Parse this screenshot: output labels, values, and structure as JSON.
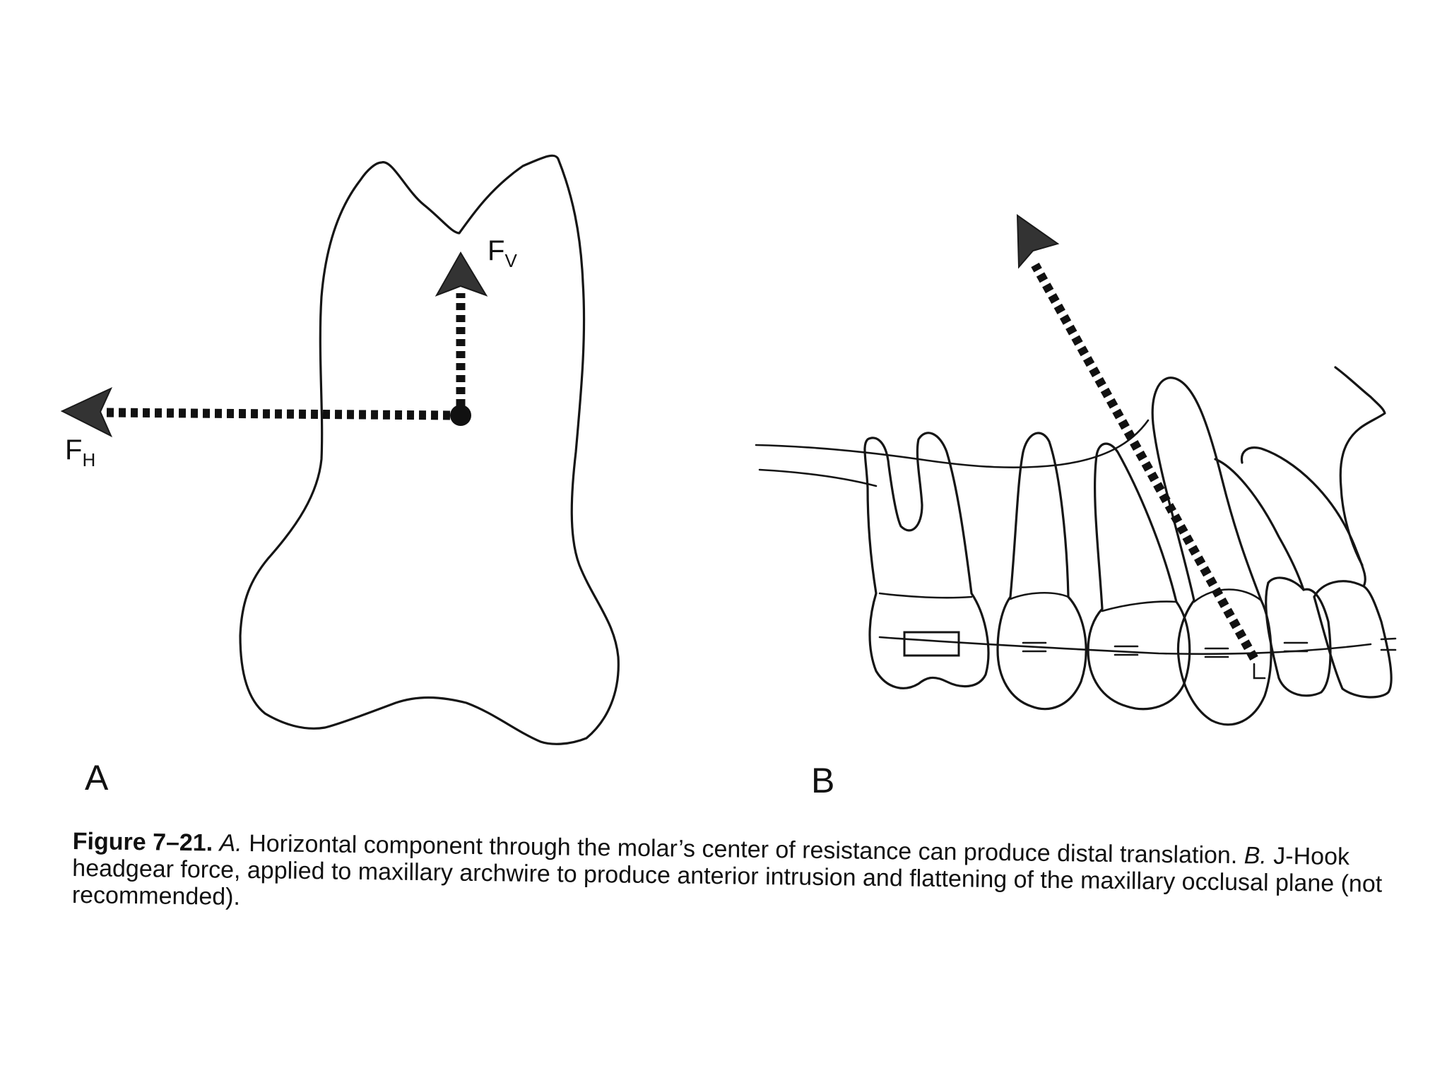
{
  "panel_a": {
    "label": "A",
    "force_vertical": {
      "main": "F",
      "sub": "V"
    },
    "force_horizontal": {
      "main": "F",
      "sub": "H"
    }
  },
  "panel_b": {
    "label": "B"
  },
  "caption": {
    "figure_number": "Figure 7–21.",
    "part_a_label": "A.",
    "part_a_text": "Horizontal component through the molar’s center of resistance can produce distal translation.",
    "part_b_label": "B.",
    "part_b_text": "J-Hook headgear force, applied to maxillary archwire to produce anterior intrusion and flattening of the maxillary occlusal plane (not recommended)."
  },
  "colors": {
    "ink": "#151515",
    "arrowhead": "#333333",
    "background": "#ffffff"
  }
}
